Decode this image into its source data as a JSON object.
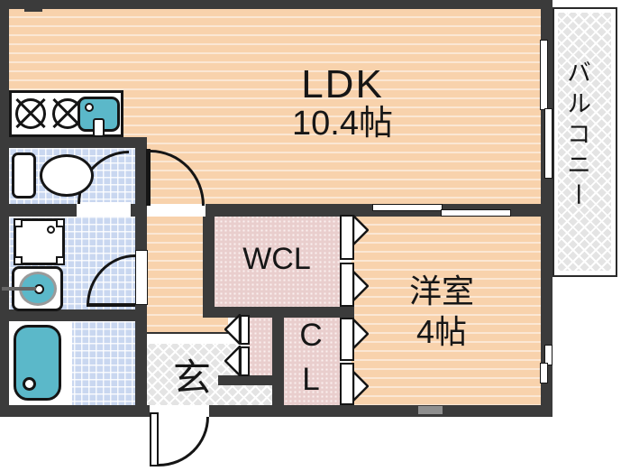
{
  "floorplan": {
    "rooms": {
      "ldk": {
        "label": "LDK",
        "size": "10.4帖"
      },
      "western_room": {
        "label": "洋室",
        "size": "4帖"
      },
      "walk_in_closet": {
        "label": "WCL"
      },
      "closet": {
        "line1": "C",
        "line2": "L"
      },
      "entrance": {
        "label": "玄"
      },
      "balcony": {
        "label": "バルコニー"
      }
    },
    "fixtures": {
      "stove": "stove-burners-icon",
      "kitchen_sink": "kitchen-sink-icon",
      "toilet": "toilet-icon",
      "washing_machine": "washing-machine-icon",
      "washbasin": "washbasin-icon",
      "bathtub": "bathtub-icon"
    },
    "colors": {
      "wall": "#3b3b3b",
      "wood_floor": "#f8d2ac",
      "tile_floor": "#c9d7f0",
      "closet_floor": "#e9cecd",
      "entry_floor": "#e4e4e4",
      "fixture_teal": "#5bb8c9",
      "line": "#151515"
    }
  }
}
